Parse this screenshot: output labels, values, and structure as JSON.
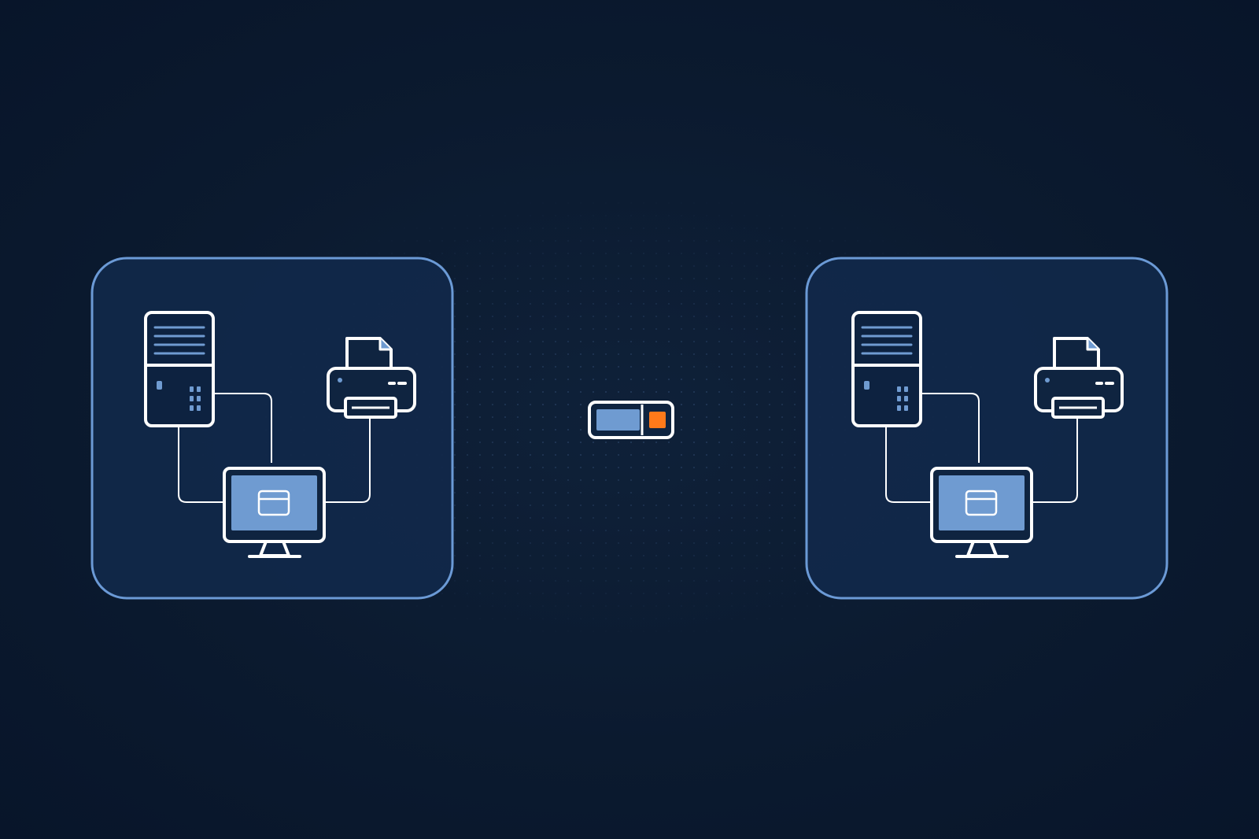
{
  "colors": {
    "background": "#0b1a2f",
    "panel_fill": "#11284a",
    "panel_border": "#6b9ad6",
    "icon_stroke": "#ffffff",
    "icon_fill": "#6f9bd1",
    "icon_dark": "#0f2440",
    "link": "#ff7a1a",
    "link_glow": "#ff8a2a",
    "grid_dot": "#2a4366"
  },
  "diagram": {
    "networks": [
      {
        "name": "left-network",
        "nodes": [
          "server-tower-icon",
          "printer-icon",
          "monitor-icon"
        ]
      },
      {
        "name": "right-network",
        "nodes": [
          "server-tower-icon",
          "printer-icon",
          "monitor-icon"
        ]
      }
    ],
    "connection": {
      "type": "link",
      "from": "left-network",
      "to": "right-network",
      "device_icon": "bridge-switch-icon"
    }
  }
}
